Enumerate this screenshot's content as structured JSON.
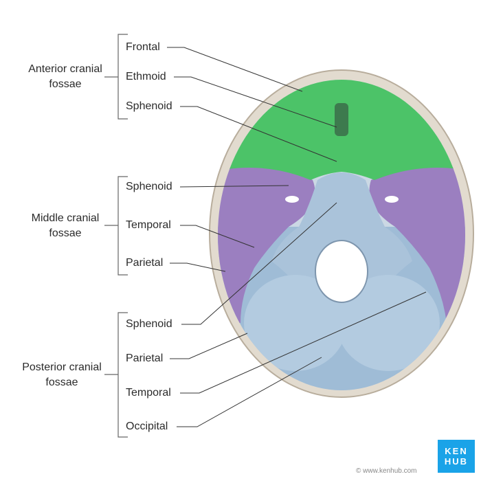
{
  "groups": [
    {
      "title_line1": "Anterior cranial",
      "title_line2": "fossae",
      "color": "#4fc46b",
      "parts": [
        "Frontal",
        "Ethmoid",
        "Sphenoid"
      ]
    },
    {
      "title_line1": "Middle cranial",
      "title_line2": "fossae",
      "color": "#9a7bbd",
      "parts": [
        "Sphenoid",
        "Temporal",
        "Parietal"
      ]
    },
    {
      "title_line1": "Posterior cranial",
      "title_line2": "fossae",
      "color": "#9bb8d3",
      "parts": [
        "Sphenoid",
        "Parietal",
        "Temporal",
        "Occipital"
      ]
    }
  ],
  "logo": {
    "line1": "KEN",
    "line2": "HUB"
  },
  "credit": "© www.kenhub.com"
}
